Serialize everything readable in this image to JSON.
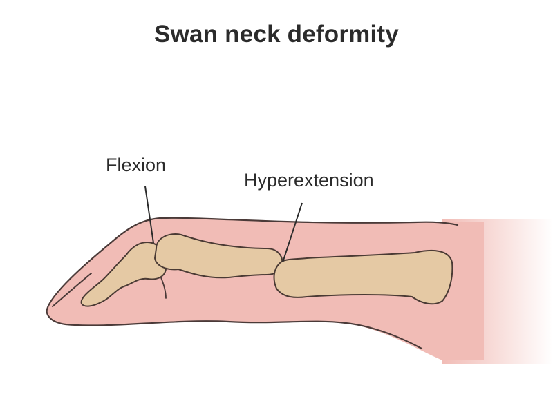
{
  "diagram": {
    "title": "Swan neck deformity",
    "labels": {
      "flexion": "Flexion",
      "hyperextension": "Hyperextension"
    }
  },
  "colors": {
    "skin": "#f1bcb6",
    "skin_outline": "#4a3a38",
    "bone": "#e5c9a4",
    "bone_outline": "#4a3a34",
    "text": "#2b2b2b"
  }
}
